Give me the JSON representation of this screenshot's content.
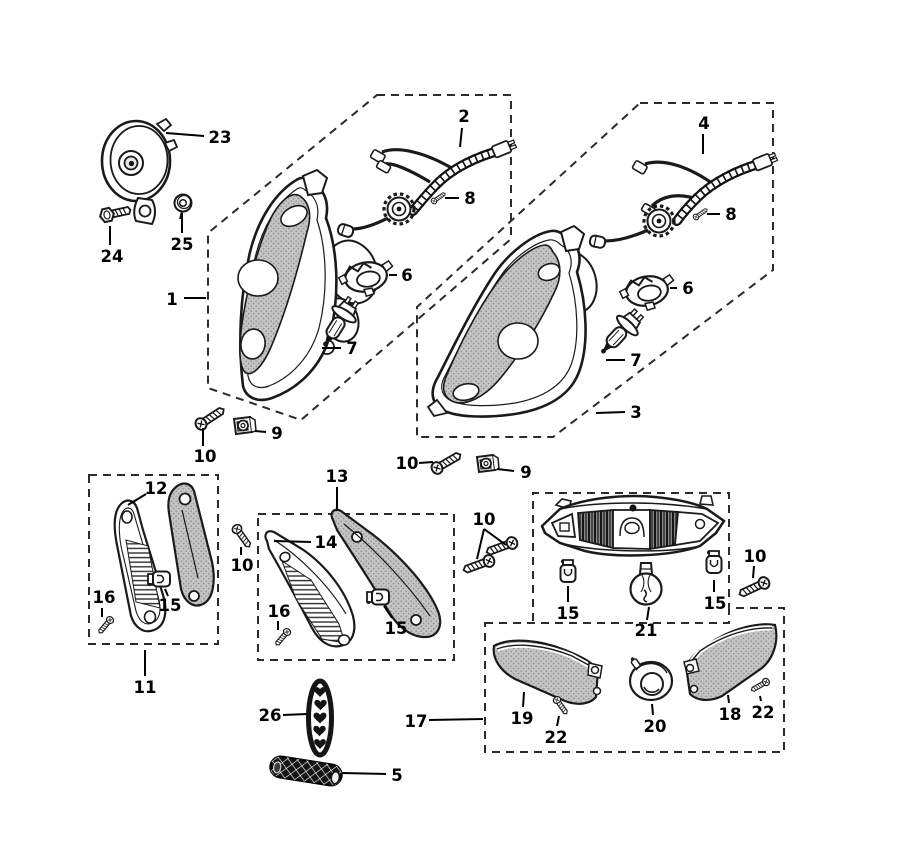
{
  "figure": {
    "kind": "exploded-parts-diagram",
    "background": "#ffffff"
  },
  "colors": {
    "line_art": "#1a1a1a",
    "panel_shade": "#c4c4c4",
    "dashed_outline": "#2b2b2b",
    "dark_lens": "#6e6e6e"
  },
  "legend": {
    "1": "headlight-assembly-left",
    "2": "wiring-harness-left",
    "3": "headlight-assembly-right",
    "4": "wiring-harness-right",
    "5": "grille-insert",
    "6": "bulb-socket-retainer",
    "7": "halogen-bulb",
    "8": "small-screw",
    "9": "clip-nut",
    "10": "tapping-screw",
    "11": "position-lamp-left-kit",
    "12": "position-lamp-lens-left",
    "13": "position-lamp-right-kit",
    "14": "position-lamp-lens-right",
    "15": "wedge-bulb-socket",
    "16": "lens-screw",
    "17": "tail-lamp-kit",
    "18": "side-cover-right",
    "19": "side-cover-left",
    "20": "reflector-ring",
    "21": "tail-bulb",
    "22": "cover-screw",
    "23": "horn",
    "24": "flange-bolt",
    "25": "flange-nut",
    "26": "emblem"
  },
  "callouts": [
    {
      "label": "23"
    },
    {
      "label": "24"
    },
    {
      "label": "25"
    },
    {
      "label": "2"
    },
    {
      "label": "8"
    },
    {
      "label": "6"
    },
    {
      "label": "1"
    },
    {
      "label": "7"
    },
    {
      "label": "10"
    },
    {
      "label": "9"
    },
    {
      "label": "4"
    },
    {
      "label": "8"
    },
    {
      "label": "6"
    },
    {
      "label": "7"
    },
    {
      "label": "3"
    },
    {
      "label": "10"
    },
    {
      "label": "9"
    },
    {
      "label": "13"
    },
    {
      "label": "12"
    },
    {
      "label": "14"
    },
    {
      "label": "10"
    },
    {
      "label": "10"
    },
    {
      "label": "10"
    },
    {
      "label": "16"
    },
    {
      "label": "15"
    },
    {
      "label": "16"
    },
    {
      "label": "15"
    },
    {
      "label": "15"
    },
    {
      "label": "15"
    },
    {
      "label": "21"
    },
    {
      "label": "11"
    },
    {
      "label": "26"
    },
    {
      "label": "17"
    },
    {
      "label": "19"
    },
    {
      "label": "22"
    },
    {
      "label": "20"
    },
    {
      "label": "18"
    },
    {
      "label": "22"
    },
    {
      "label": "5"
    }
  ]
}
